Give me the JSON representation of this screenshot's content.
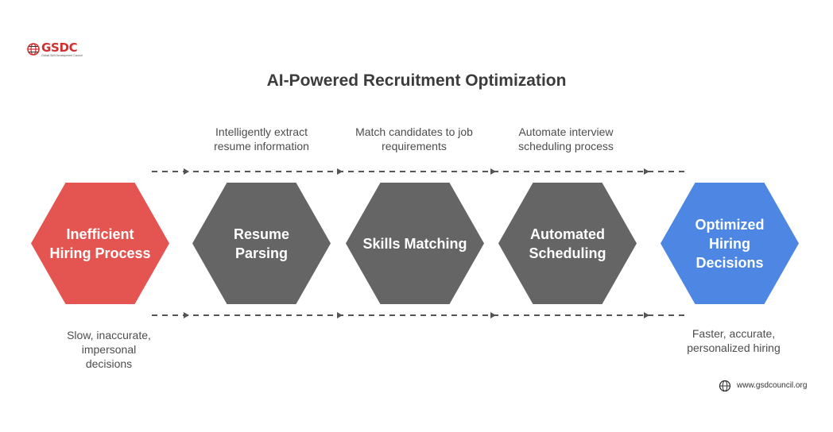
{
  "brand": {
    "logo_text": "GSDC",
    "logo_tagline": "Global Skill Development Council",
    "footer_url": "www.gsdcouncil.org"
  },
  "title": "AI-Powered Recruitment Optimization",
  "stages": [
    {
      "label": "Inefficient Hiring Process",
      "color": "#e45552"
    },
    {
      "label": "Resume Parsing",
      "color": "#656565"
    },
    {
      "label": "Skills Matching",
      "color": "#656565"
    },
    {
      "label": "Automated Scheduling",
      "color": "#656565"
    },
    {
      "label": "Optimized Hiring Decisions",
      "color": "#4d87e3"
    }
  ],
  "top_descriptions": [
    "Intelligently extract resume information",
    "Match candidates to job requirements",
    "Automate interview scheduling process"
  ],
  "bottom_descriptions": {
    "start": "Slow, inaccurate, impersonal decisions",
    "end": "Faster, accurate, personalized hiring"
  }
}
